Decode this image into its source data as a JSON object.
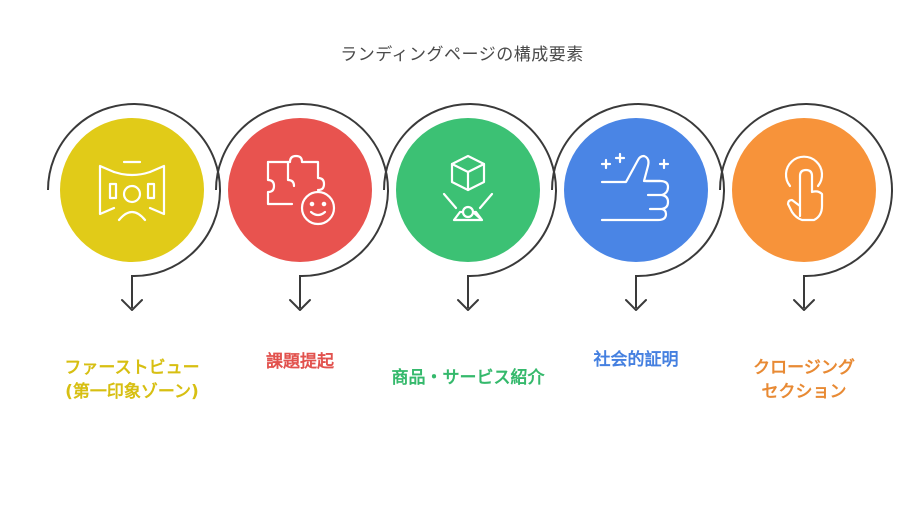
{
  "title": "ランディングページの構成要素",
  "steps": [
    {
      "label": "ファーストビュー\n(第一印象ゾーン)",
      "color": "#e1cb18",
      "label_color": "#d7bf12",
      "icon": "first-view-icon"
    },
    {
      "label": "課題提起",
      "color": "#e8534f",
      "label_color": "#e2524e",
      "icon": "puzzle-face-icon"
    },
    {
      "label": "商品・サービス紹介",
      "color": "#3cc174",
      "label_color": "#35b96c",
      "icon": "product-display-icon"
    },
    {
      "label": "社会的証明",
      "color": "#4a85e5",
      "label_color": "#4580e0",
      "icon": "thumbs-up-icon"
    },
    {
      "label": "クロージング\nセクション",
      "color": "#f7933a",
      "label_color": "#e88a34",
      "icon": "tap-finger-icon"
    }
  ]
}
